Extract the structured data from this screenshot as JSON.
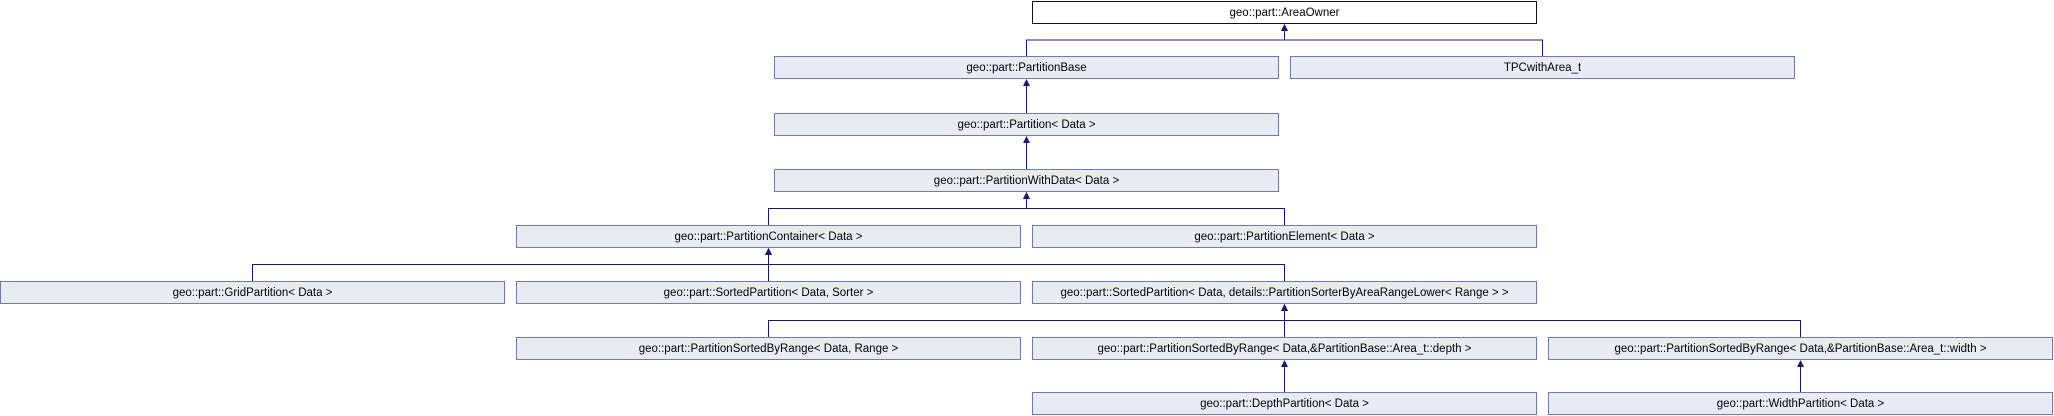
{
  "diagram": {
    "nodes": {
      "area_owner": "geo::part::AreaOwner",
      "partition_base": "geo::part::PartitionBase",
      "tpc_with_area": "TPCwithArea_t",
      "partition": "geo::part::Partition< Data >",
      "partition_with_data": "geo::part::PartitionWithData< Data >",
      "partition_container": "geo::part::PartitionContainer< Data >",
      "partition_element": "geo::part::PartitionElement< Data >",
      "grid_partition": "geo::part::GridPartition< Data >",
      "sorted_partition": "geo::part::SortedPartition< Data, Sorter >",
      "sorted_partition_lower": "geo::part::SortedPartition< Data, details::PartitionSorterByAreaRangeLower< Range > >",
      "sorted_by_range": "geo::part::PartitionSortedByRange< Data, Range >",
      "sorted_by_range_depth": "geo::part::PartitionSortedByRange< Data,&PartitionBase::Area_t::depth >",
      "sorted_by_range_width": "geo::part::PartitionSortedByRange< Data,&PartitionBase::Area_t::width >",
      "depth_partition": "geo::part::DepthPartition< Data >",
      "width_partition": "geo::part::WidthPartition< Data >"
    },
    "inheritance": [
      [
        "partition_base",
        "area_owner"
      ],
      [
        "tpc_with_area",
        "area_owner"
      ],
      [
        "partition",
        "partition_base"
      ],
      [
        "partition_with_data",
        "partition"
      ],
      [
        "partition_container",
        "partition_with_data"
      ],
      [
        "partition_element",
        "partition_with_data"
      ],
      [
        "grid_partition",
        "partition_container"
      ],
      [
        "sorted_partition",
        "partition_container"
      ],
      [
        "sorted_partition_lower",
        "partition_container"
      ],
      [
        "sorted_by_range",
        "sorted_partition_lower"
      ],
      [
        "sorted_by_range_depth",
        "sorted_partition_lower"
      ],
      [
        "sorted_by_range_width",
        "sorted_partition_lower"
      ],
      [
        "depth_partition",
        "sorted_by_range_depth"
      ],
      [
        "width_partition",
        "sorted_by_range_width"
      ]
    ],
    "colors": {
      "edge": "#191970",
      "node_fill": "#e9ecf6",
      "node_border": "#6a7cb8",
      "root_border": "#111111"
    }
  }
}
